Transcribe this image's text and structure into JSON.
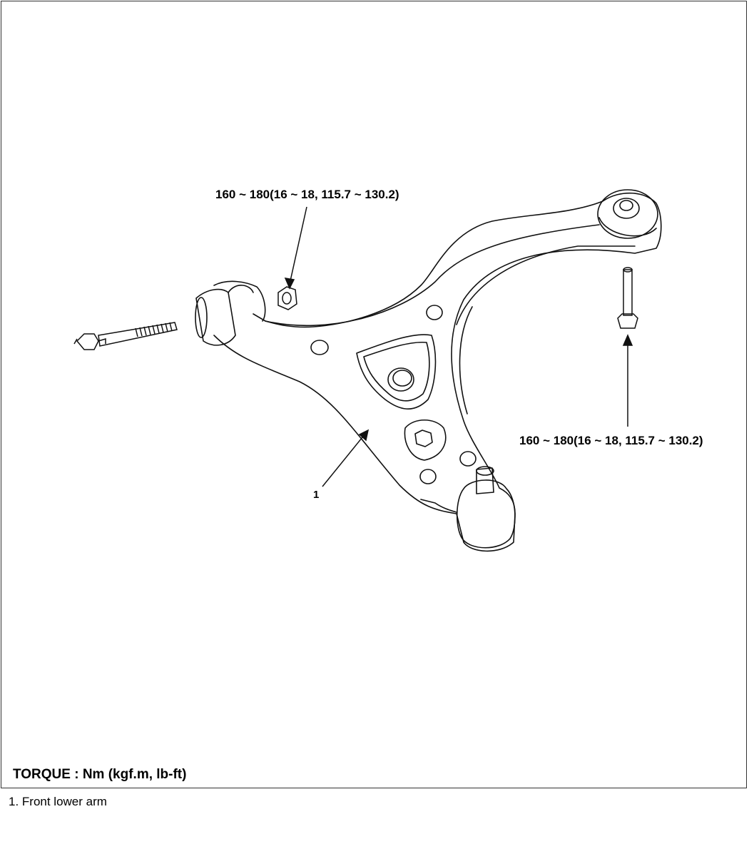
{
  "callouts": {
    "top_torque": "160 ~ 180(16 ~ 18, 115.7 ~ 130.2)",
    "right_torque": "160 ~ 180(16 ~ 18, 115.7 ~ 130.2)",
    "part_number": "1"
  },
  "torque_unit_label": "TORQUE : Nm (kgf.m, lb-ft)",
  "legend": [
    "1. Front lower arm"
  ],
  "icons": {
    "bolt_left": "long-bolt-icon",
    "nut": "nut-icon",
    "bolt_right": "short-bolt-icon",
    "arm": "lower-arm-drawing"
  }
}
